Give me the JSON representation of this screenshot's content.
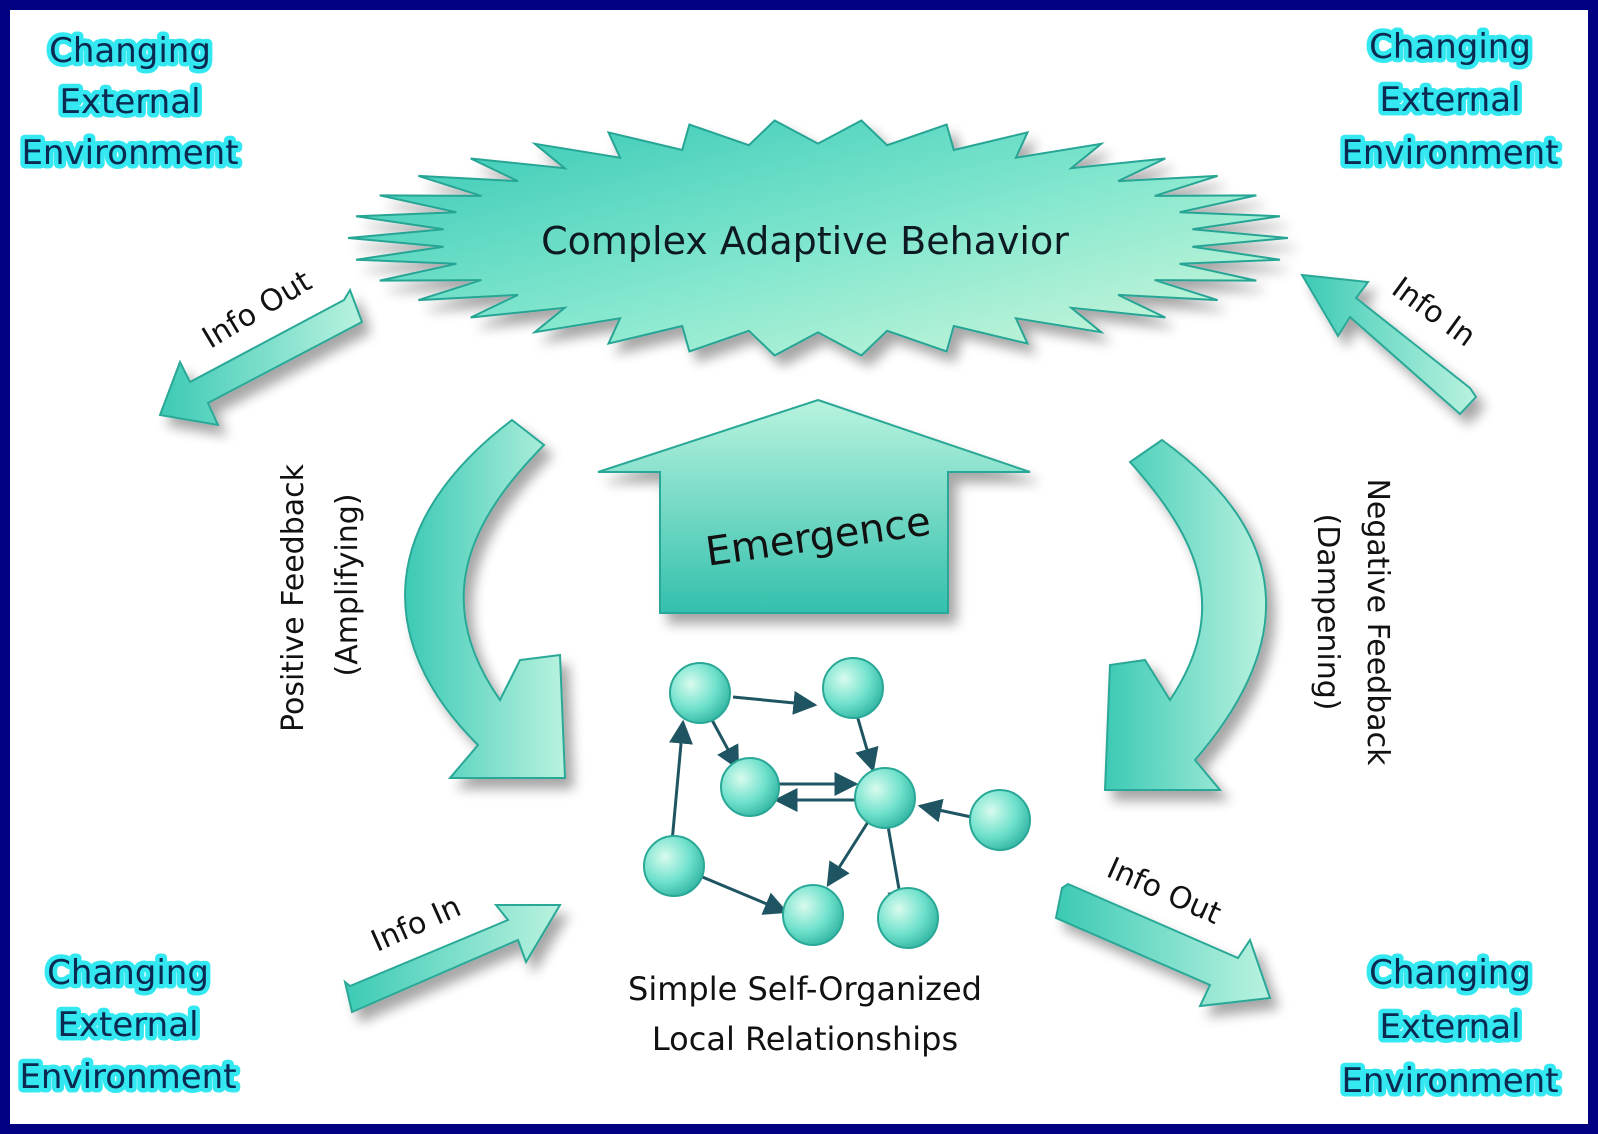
{
  "environment_label": [
    "Changing",
    "External",
    "Environment"
  ],
  "central": {
    "title": "Complex Adaptive Behavior",
    "emergence": "Emergence"
  },
  "arrows": {
    "info_out_top": "Info Out",
    "info_in_top": "Info In",
    "info_in_bottom": "Info In",
    "info_out_bottom": "Info Out"
  },
  "feedback": {
    "positive_line1": "Positive Feedback",
    "positive_line2": "(Amplifying)",
    "negative_line1": "Negative Feedback",
    "negative_line2": "(Dampening)"
  },
  "caption": {
    "line1": "Simple Self-Organized",
    "line2": "Local Relationships"
  },
  "colors": {
    "frame": "#000080",
    "env_outline": "#33e8f0",
    "env_text": "#0a2a52",
    "shape_light": "#c7f7e2",
    "shape_mid": "#62dcc3",
    "shape_dark": "#2fae9a",
    "network_edge": "#1f5562"
  }
}
